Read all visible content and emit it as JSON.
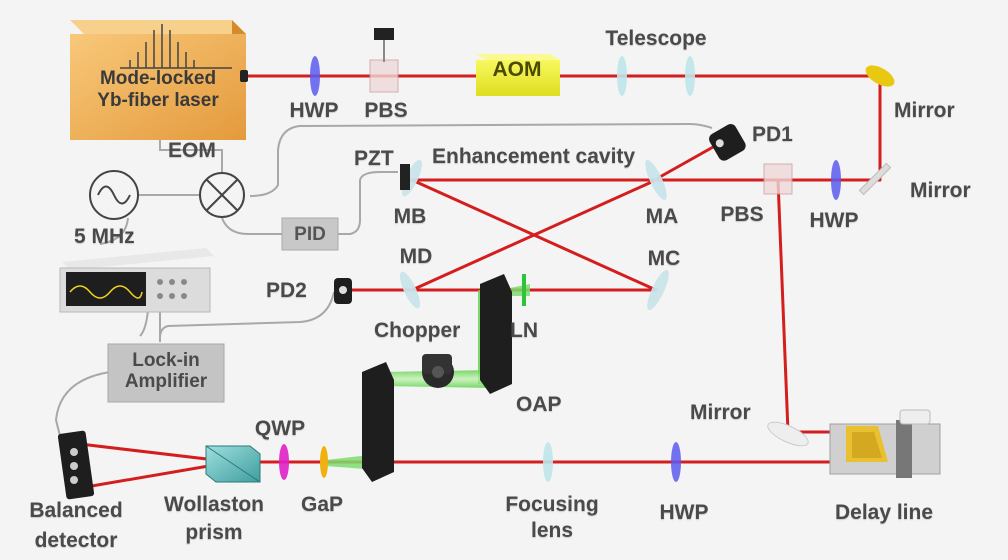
{
  "laser": {
    "line1": "Mode-locked",
    "line2": "Yb-fiber laser"
  },
  "labels": {
    "eom": "EOM",
    "freq": "5 MHz",
    "hwp_top": "HWP",
    "pbs_top": "PBS",
    "aom": "AOM",
    "telescope": "Telescope",
    "mirror_top": "Mirror",
    "mirror_right": "Mirror",
    "pd1": "PD1",
    "pzt": "PZT",
    "cavity": "Enhancement cavity",
    "mb": "MB",
    "ma": "MA",
    "pbs_right": "PBS",
    "hwp_right": "HWP",
    "pid": "PID",
    "md": "MD",
    "mc": "MC",
    "pd2": "PD2",
    "chopper": "Chopper",
    "ln": "LN",
    "lockin_1": "Lock-in",
    "lockin_2": "Amplifier",
    "oap": "OAP",
    "mirror_bottom": "Mirror",
    "qwp": "QWP",
    "balanced_1": "Balanced",
    "balanced_2": "detector",
    "wollaston_1": "Wollaston",
    "wollaston_2": "prism",
    "gap": "GaP",
    "focusing_1": "Focusing",
    "focusing_2": "lens",
    "hwp_bottom": "HWP",
    "delay_line": "Delay line"
  },
  "colors": {
    "laser_beam": "#d41e1e",
    "thz_beam": "#7ddc6e",
    "signal_wire": "#a0a0a0",
    "laser_box": "#f2b55c",
    "aom_box": "#f2f23a",
    "background": "#f4f4f4"
  }
}
